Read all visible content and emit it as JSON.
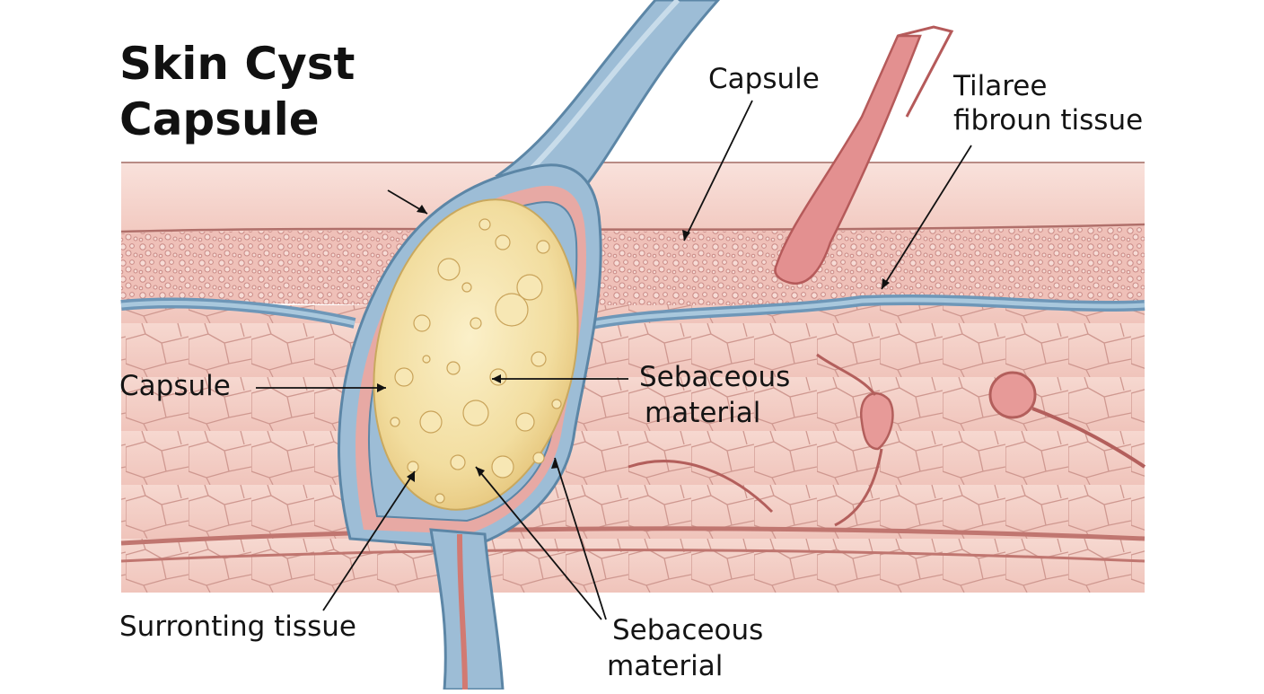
{
  "title": {
    "line1": "Skin Cyst",
    "line2": "Capsule"
  },
  "labels": {
    "capsule_top": "Capsule",
    "tilaree_line1": "Tilaree",
    "tilaree_line2": "fibroun tissue",
    "capsule_left": "Capsule",
    "sebaceous_mid_line1": "Sebaceous",
    "sebaceous_mid_line2": "material",
    "surronting_tissue": "Surronting tissue",
    "sebaceous_bottom_line1": "Sebaceous",
    "sebaceous_bottom_line2": "material"
  },
  "colors": {
    "skin": "#f3cfc6",
    "skin_dark": "#c97b74",
    "capsule_blue": "#8fb6d2",
    "capsule_blue_dark": "#5c86a6",
    "sebum": "#f1dfa6",
    "vessel_red": "#d76b6b"
  }
}
